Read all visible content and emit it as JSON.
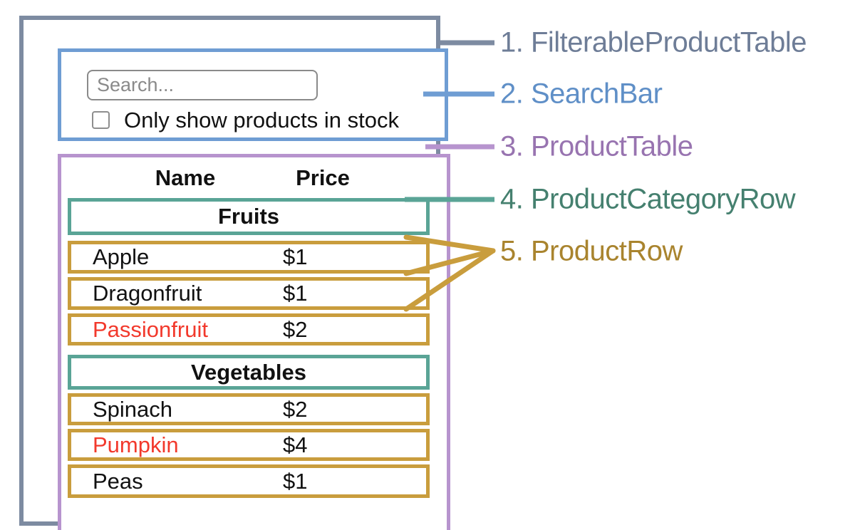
{
  "colors": {
    "filterable_product_table_border": "#7d8ba1",
    "search_bar_border": "#6f9dd3",
    "product_table_border": "#b794ce",
    "product_category_row_border": "#5aa496",
    "product_row_border": "#c99d3d",
    "out_of_stock_text": "#f2392c",
    "legend_1_text": "#6e7d97",
    "legend_2_text": "#5f8fc7",
    "legend_3_text": "#9874b0",
    "legend_4_text": "#45806f",
    "legend_5_text": "#a9842e"
  },
  "search_bar": {
    "input_placeholder": "Search...",
    "input_value": "",
    "checkbox_label": "Only show products in stock",
    "checkbox_checked": false
  },
  "product_table": {
    "headers": {
      "name": "Name",
      "price": "Price"
    },
    "sections": [
      {
        "category": "Fruits",
        "rows": [
          {
            "name": "Apple",
            "price": "$1",
            "color": "black"
          },
          {
            "name": "Dragonfruit",
            "price": "$1",
            "color": "black"
          },
          {
            "name": "Passionfruit",
            "price": "$2",
            "color": "red"
          }
        ]
      },
      {
        "category": "Vegetables",
        "rows": [
          {
            "name": "Spinach",
            "price": "$2",
            "color": "black"
          },
          {
            "name": "Pumpkin",
            "price": "$4",
            "color": "red"
          },
          {
            "name": "Peas",
            "price": "$1",
            "color": "black"
          }
        ]
      }
    ]
  },
  "legend": {
    "items": [
      {
        "label": "1. FilterableProductTable"
      },
      {
        "label": "2. SearchBar"
      },
      {
        "label": "3. ProductTable"
      },
      {
        "label": "4. ProductCategoryRow"
      },
      {
        "label": "5. ProductRow"
      }
    ]
  }
}
